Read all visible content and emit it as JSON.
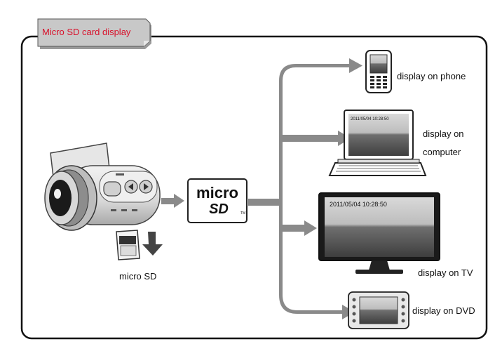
{
  "header": {
    "tab_title": "Micro SD card display"
  },
  "source": {
    "card_label": "micro SD"
  },
  "microsd_logo": {
    "line1": "micro",
    "line2": "SD",
    "tm": "TM"
  },
  "outputs": {
    "phone": {
      "label": "display on phone"
    },
    "computer": {
      "label_line1": "display on",
      "label_line2": "computer",
      "screen_timestamp": "2011/05/04 10:28:50"
    },
    "tv": {
      "label": "display on TV",
      "screen_timestamp": "2011/05/04 10:28:50"
    },
    "dvd": {
      "label": "display on DVD"
    }
  },
  "colors": {
    "arrow": "#8a8a8a",
    "tab_text": "#d8102a",
    "frame": "#111111",
    "tab_fill": "#c8c8c8"
  }
}
